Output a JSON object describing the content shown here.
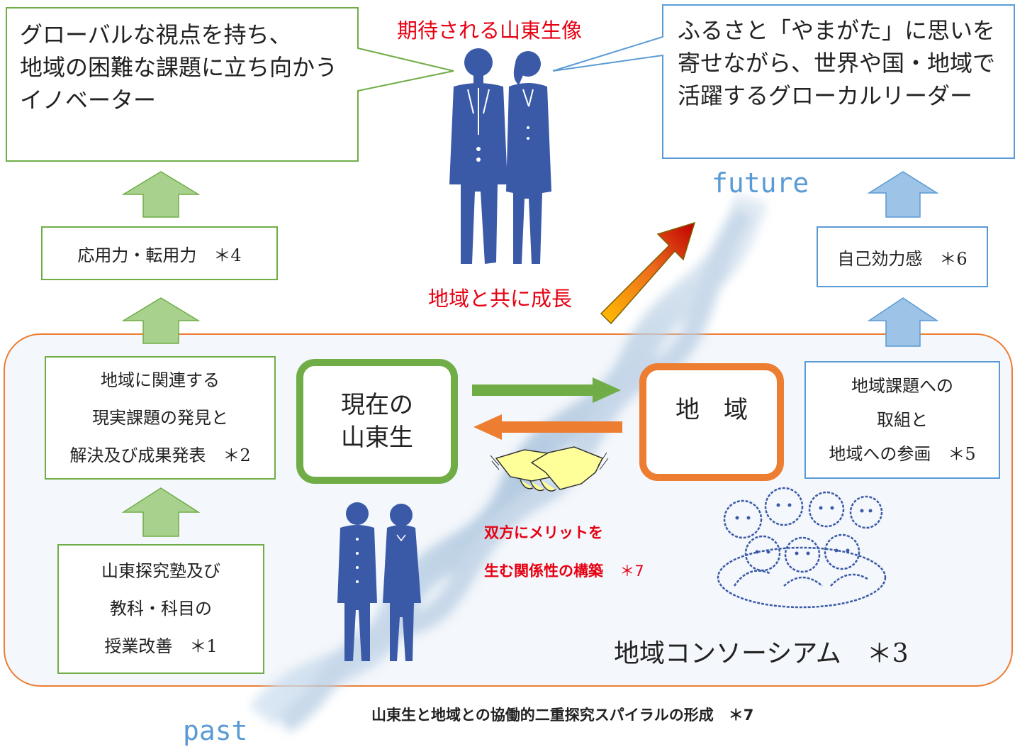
{
  "colors": {
    "green": "#70ad47",
    "blue": "#5b9bd5",
    "orange": "#ed7d31",
    "red": "#e60012",
    "silhouette": "#3a5aa8",
    "future_text": "#5b9bd5"
  },
  "header": {
    "expected_title": "期待される山東生像",
    "grow_label": "地域と共に成長",
    "future_label": "future",
    "past_label": "past"
  },
  "callouts": {
    "left_lines": [
      "グローバルな視点を持ち、",
      "地域の困難な課題に立ち向かう",
      "イノベーター"
    ],
    "right_lines": [
      "ふるさと「やまがた」に思いを",
      "寄せながら、世界や国・地域で",
      "活躍するグローカルリーダー"
    ]
  },
  "left_column": {
    "box_top": "応用力・転用力　＊4",
    "box_mid": [
      "地域に関連する",
      "現実課題の発見と",
      "解決及び成果発表　＊2"
    ],
    "box_bottom": [
      "山東探究塾及び",
      "教科・科目の",
      "授業改善　＊1"
    ]
  },
  "right_column": {
    "box_top": "自己効力感　＊6",
    "box_mid": [
      "地域課題への",
      "取組と",
      "地域への参画　＊5"
    ]
  },
  "center": {
    "students_box": [
      "現在の",
      "山東生"
    ],
    "region_box": "地　域",
    "merit_lines": [
      "双方にメリットを",
      "生む関係性の構築"
    ],
    "merit_note": "＊7",
    "consortium": "地域コンソーシアム　＊3"
  },
  "footer": {
    "caption": "山東生と地域との協働的二重探究スパイラルの形成　＊7"
  },
  "icons": [
    "up-arrow-icon",
    "diagonal-arrow-icon",
    "handshake-icon",
    "people-group-icon",
    "student-silhouette-icon",
    "dna-spiral-icon"
  ]
}
